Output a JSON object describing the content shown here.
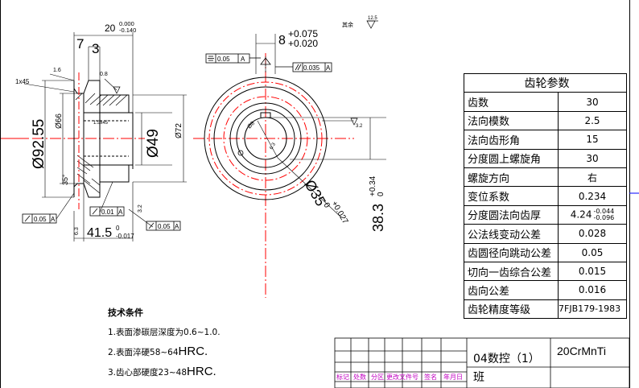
{
  "params_table": {
    "title": "齿轮参数",
    "rows": [
      {
        "label": "齿数",
        "value": "30"
      },
      {
        "label": "法向模数",
        "value": "2.5"
      },
      {
        "label": "法向齿形角",
        "value": "15"
      },
      {
        "label": "分度圆上螺旋角",
        "value": "30"
      },
      {
        "label": "螺旋方向",
        "value": "右"
      },
      {
        "label": "变位系数",
        "value": "0.234"
      },
      {
        "label": "分度圆法向齿厚",
        "value": "4.24",
        "value_upper": "-0.044",
        "value_lower": "-0.096"
      },
      {
        "label": "公法线变动公差",
        "value": "0.028"
      },
      {
        "label": "齿圆径向跳动公差",
        "value": "0.05"
      },
      {
        "label": "切向一齿综合公差",
        "value": "0.015"
      },
      {
        "label": "齿向公差",
        "value": "0.016"
      },
      {
        "label": "齿轮精度等级",
        "value": "7FJB179-1983"
      }
    ]
  },
  "tech_requirements": {
    "title": "技术条件",
    "items": [
      {
        "prefix": "1.表面渗碳层深度为",
        "suffix": "0.6~1.0."
      },
      {
        "prefix": "2.表面淬硬58~64",
        "suffix": "HRC."
      },
      {
        "prefix": "3.齿心部硬度23~48",
        "suffix": "HRC."
      }
    ]
  },
  "title_block": {
    "class_name": "04数控（1）",
    "class_suffix": "班",
    "material": "20CrMnTi",
    "revision_headers": [
      "标记",
      "处数",
      "分区",
      "更改文件号",
      "签名",
      "年月日"
    ]
  },
  "surface_note": {
    "label": "其余",
    "value": "12.5"
  },
  "dimensions": {
    "left_view": {
      "top_width": "20",
      "top_width_upper": "0.000",
      "top_width_lower": "-0.140",
      "seven": "7",
      "three": "3",
      "chamfer": "1x45",
      "ra_16": "1.6",
      "ra_08": "0.8",
      "dia_66": "Ø66",
      "dia_9255": "Ø92.55",
      "dia_49": "Ø49",
      "dia_72": "Ø72",
      "angle_35": "35°",
      "ra_32": "3.2",
      "len_415": "41.5",
      "len_upper": "0",
      "len_lower": "-0.017",
      "ra_63": "6.3",
      "gdt_runout1": {
        "tol": "0.05",
        "datum": "A"
      },
      "gdt_flat": {
        "tol": "0.01",
        "datum": "A"
      },
      "gdt_runout2": {
        "tol": "0.05",
        "datum": "A"
      },
      "key_note": "1.5x45"
    },
    "right_view": {
      "dim_8": "8",
      "dim_8_upper": "+0.075",
      "dim_8_lower": "+0.020",
      "sym": {
        "tol": "0.05",
        "datum": "A"
      },
      "parallel": {
        "tol": "0.035",
        "datum": "A"
      },
      "ra_right": "3.2",
      "ra_bore": "6.3",
      "dia_35": "Ø35",
      "dia_35_upper": "+0.027",
      "dia_35_lower": "0",
      "dim_383": "38.3",
      "dim_383_upper": "+0.34",
      "dim_383_lower": "0",
      "small": "Ø8"
    }
  },
  "colors": {
    "line": "#000000",
    "center": "#ff0000",
    "dim": "#000000",
    "pink": "#c000c0",
    "blue": "#0000ff"
  }
}
